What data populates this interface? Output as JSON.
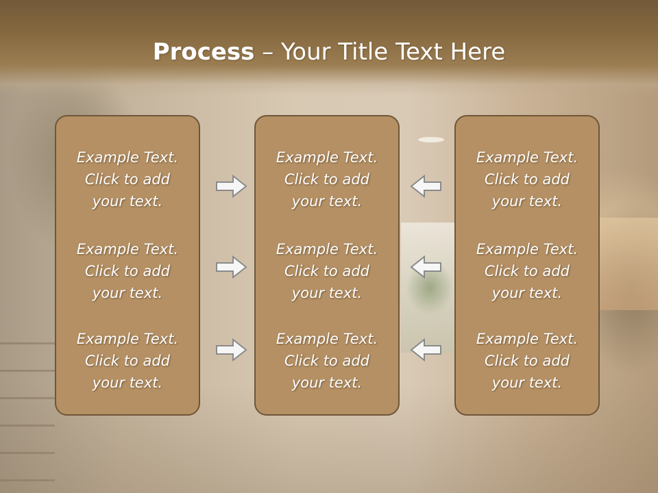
{
  "title": {
    "bold": "Process",
    "rest": " – Your Title Text Here"
  },
  "columns": [
    {
      "items": [
        {
          "line1": "Example Text.",
          "line2": "Click  to add",
          "line3": "your text."
        },
        {
          "line1": "Example Text.",
          "line2": "Click  to add",
          "line3": "your text."
        },
        {
          "line1": "Example Text.",
          "line2": "Click  to add",
          "line3": "your text."
        }
      ]
    },
    {
      "items": [
        {
          "line1": "Example Text.",
          "line2": "Click  to add",
          "line3": "your text."
        },
        {
          "line1": "Example Text.",
          "line2": "Click  to add",
          "line3": "your text."
        },
        {
          "line1": "Example Text.",
          "line2": "Click  to add",
          "line3": "your text."
        }
      ]
    },
    {
      "items": [
        {
          "line1": "Example Text.",
          "line2": "Click  to add",
          "line3": "your text."
        },
        {
          "line1": "Example Text.",
          "line2": "Click  to add",
          "line3": "your text."
        },
        {
          "line1": "Example Text.",
          "line2": "Click  to add",
          "line3": "your text."
        }
      ]
    }
  ],
  "arrows": {
    "left_group": {
      "direction": "right",
      "icon": "arrow-right-icon"
    },
    "right_group": {
      "direction": "left",
      "icon": "arrow-left-icon"
    }
  },
  "colors": {
    "header": "#86693f",
    "panel_fill": "#b49064",
    "panel_border": "#6f5638",
    "text": "#ffffff"
  }
}
